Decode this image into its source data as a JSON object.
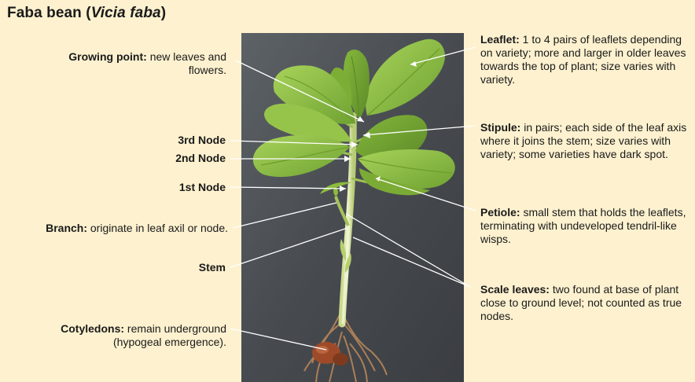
{
  "title": {
    "common": "Faba bean (",
    "scientific": "Vicia faba",
    "close": ")"
  },
  "labels": {
    "growing_point": {
      "term": "Growing point:",
      "text": " new leaves and flowers."
    },
    "third_node": {
      "term": "3rd Node"
    },
    "second_node": {
      "term": "2nd Node"
    },
    "first_node": {
      "term": "1st Node"
    },
    "branch": {
      "term": "Branch:",
      "text": " originate in leaf axil or node."
    },
    "stem": {
      "term": "Stem"
    },
    "cotyledons": {
      "term": "Cotyledons:",
      "text": " remain underground (hypogeal emergence)."
    },
    "leaflet": {
      "term": "Leaflet:",
      "text": " 1 to 4 pairs of leaflets depending on variety; more and larger in older leaves towards the top of plant; size varies with variety."
    },
    "stipule": {
      "term": "Stipule:",
      "text": " in pairs; each side of the leaf axis where it joins the stem; size varies with variety; some varieties have dark spot."
    },
    "petiole": {
      "term": "Petiole:",
      "text": " small stem that holds the leaflets, terminating with undeveloped tendril-like wisps."
    },
    "scale_leaves": {
      "term": "Scale leaves:",
      "text": " two found at base of plant close to ground level;  not counted as true nodes."
    }
  },
  "colors": {
    "background": "#fdf1cf",
    "photo_background": "#4e5358",
    "leaf": "#8fbf45",
    "stem": "#d9e5a6",
    "leader_line": "#ffffff"
  }
}
